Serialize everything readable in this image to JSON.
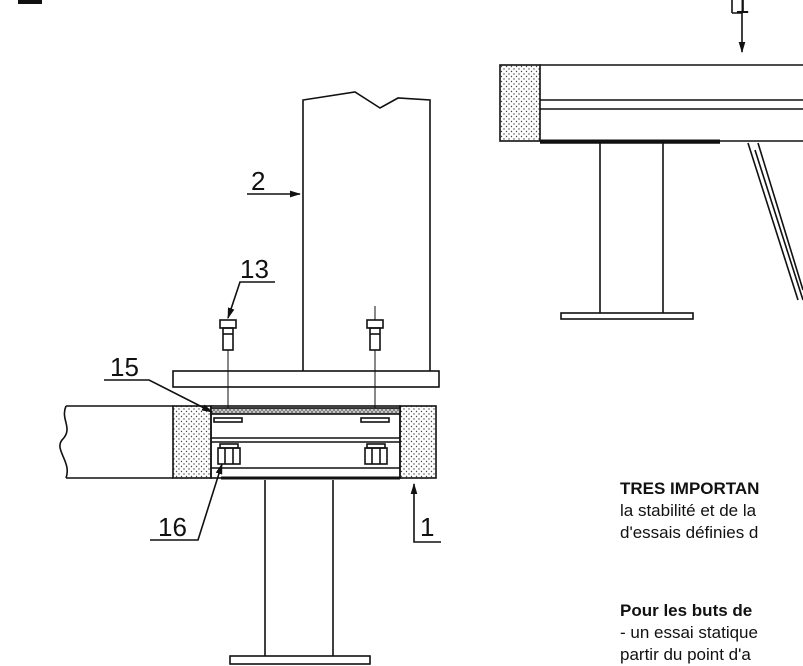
{
  "callouts": {
    "c1_top": "1",
    "c2": "2",
    "c13": "13",
    "c15": "15",
    "c16": "16",
    "c1_bottom": "1"
  },
  "text": {
    "heading": "TRES IMPORTAN",
    "line1": "la stabilité et de la",
    "line2": "d'essais définies d",
    "subheading": "Pour les buts de",
    "line3": "- un essai statique",
    "line4": "partir du point d'a"
  }
}
